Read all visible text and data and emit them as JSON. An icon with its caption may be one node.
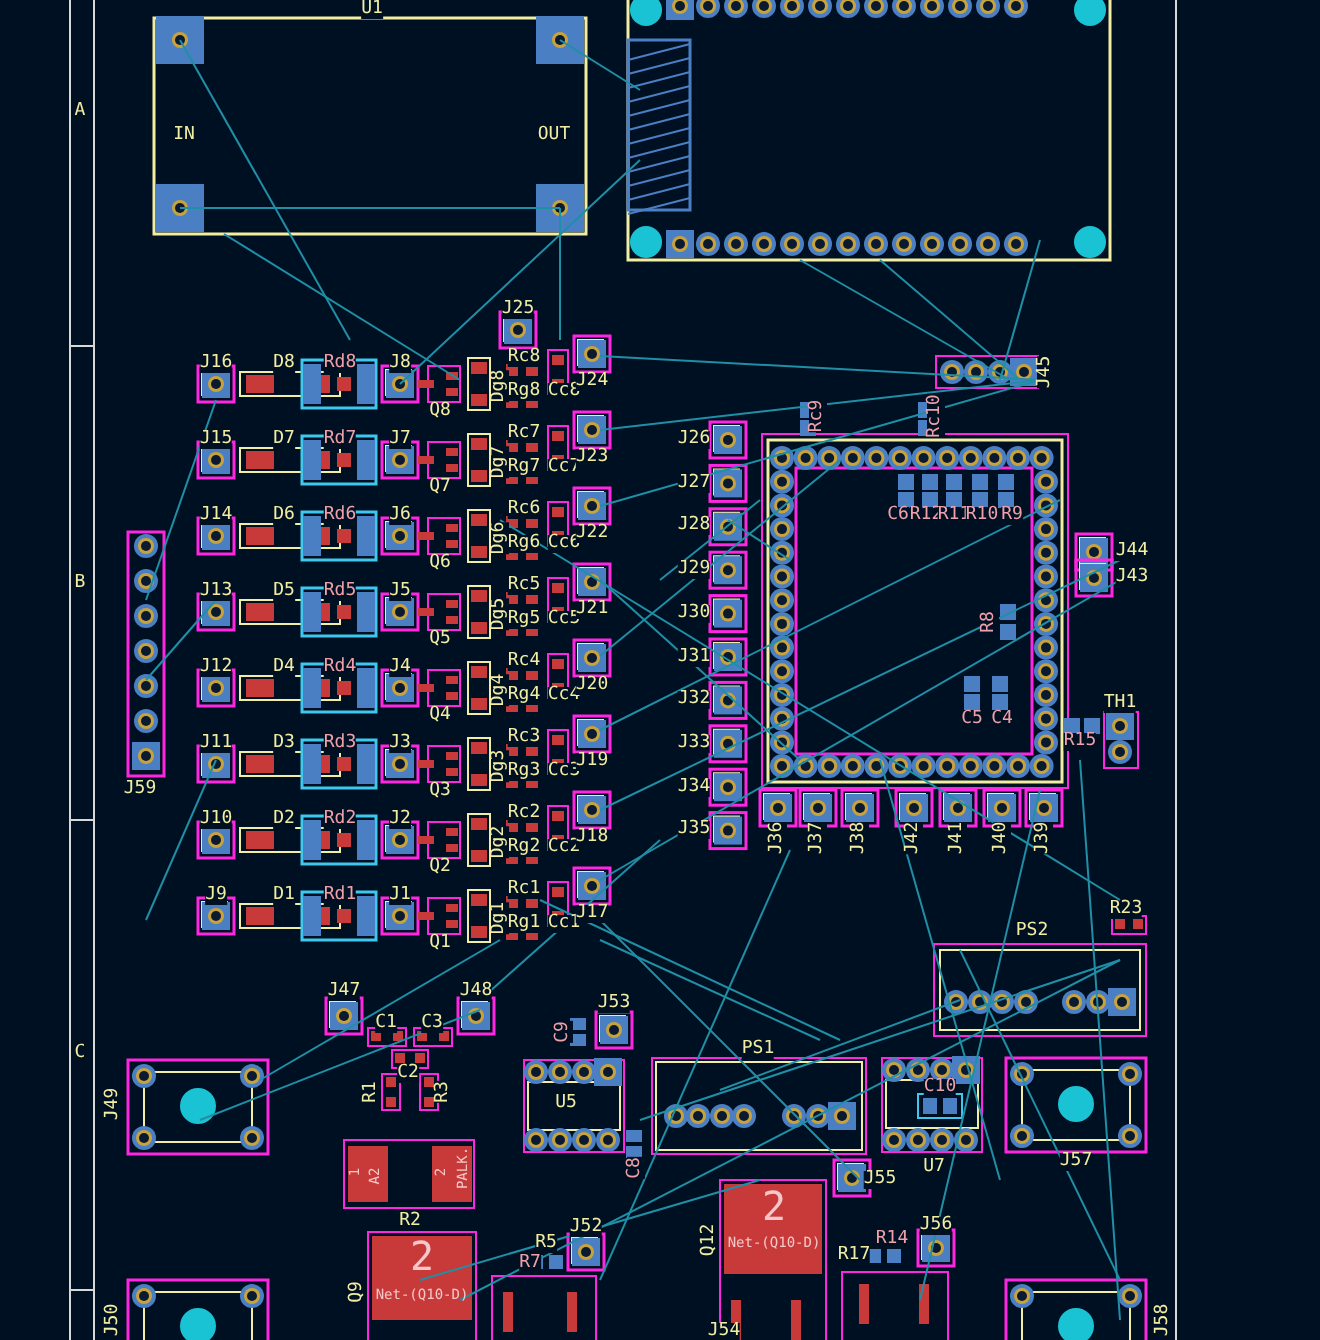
{
  "diagram": {
    "labels": [
      "A",
      "B",
      "C",
      "U1",
      "IN",
      "OUT",
      "J25",
      "J16",
      "D8",
      "Rd8",
      "J8",
      "Q8",
      "Dg8",
      "Rc8",
      "Rg8",
      "Cc8",
      "J24",
      "J15",
      "D7",
      "Rd7",
      "J7",
      "Q7",
      "Dg7",
      "Rc7",
      "Rg7",
      "Cc7",
      "J23",
      "J14",
      "D6",
      "Rd6",
      "J6",
      "Q6",
      "Dg6",
      "Rc6",
      "Rg6",
      "Cc6",
      "J22",
      "J13",
      "D5",
      "Rd5",
      "J5",
      "Q5",
      "Dg5",
      "Rc5",
      "Rg5",
      "Cc5",
      "J21",
      "J12",
      "D4",
      "Rd4",
      "J4",
      "Q4",
      "Dg4",
      "Rc4",
      "Rg4",
      "Cc4",
      "J20",
      "J11",
      "D3",
      "Rd3",
      "J3",
      "Q3",
      "Dg3",
      "Rc3",
      "Rg3",
      "Cc3",
      "J19",
      "J10",
      "D2",
      "Rd2",
      "J2",
      "Q2",
      "Dg2",
      "Rc2",
      "Rg2",
      "Cc2",
      "J18",
      "J9",
      "D1",
      "Rd1",
      "J1",
      "Q1",
      "Dg1",
      "Rc1",
      "Rg1",
      "Cc1",
      "J17",
      "J59",
      "J26",
      "J27",
      "J28",
      "J29",
      "J30",
      "J31",
      "J32",
      "J33",
      "J34",
      "J35",
      "Rc9",
      "Rc10",
      "J45",
      "C6",
      "R12",
      "R11",
      "R10",
      "R9",
      "R8",
      "C5",
      "C4",
      "J44",
      "J43",
      "TH1",
      "R15",
      "J36",
      "J37",
      "J38",
      "J42",
      "J41",
      "J40",
      "J39",
      "R23",
      "PS2",
      "J47",
      "J48",
      "C1",
      "C3",
      "C2",
      "R1",
      "R3",
      "J49",
      "J53",
      "C9",
      "U5",
      "C8",
      "PS1",
      "U7",
      "C10",
      "J57",
      "J55",
      "1",
      "A2",
      "2",
      "PALK.",
      "R2",
      "2",
      "Net-(Q10-D)",
      "Q9",
      "R5",
      "R7",
      "J52",
      "Q12",
      "2",
      "Net-(Q10-D)",
      "J56",
      "R17",
      "R14",
      "J54",
      "J50",
      "J58"
    ]
  }
}
